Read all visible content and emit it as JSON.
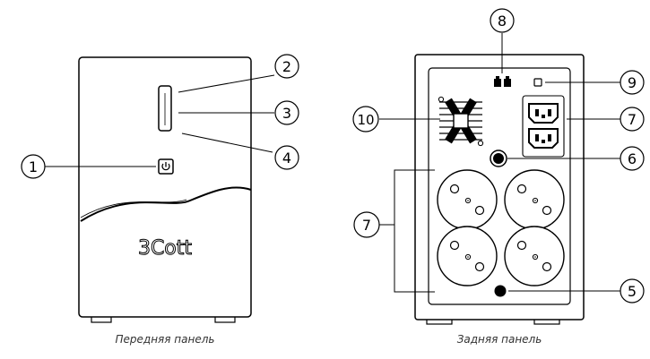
{
  "front": {
    "caption": "Передняя панель",
    "brand": "3Cott",
    "callouts": [
      {
        "label": "1"
      },
      {
        "label": "2"
      },
      {
        "label": "3"
      },
      {
        "label": "4"
      }
    ]
  },
  "back": {
    "caption": "Задняя панель",
    "callouts": [
      {
        "label": "8"
      },
      {
        "label": "9"
      },
      {
        "label": "10"
      },
      {
        "label": "7"
      },
      {
        "label": "6"
      },
      {
        "label": "7"
      },
      {
        "label": "5"
      }
    ]
  },
  "icons": [
    "power-icon",
    "network-port-icon",
    "usb-port-icon",
    "fan-grille-icon",
    "iec-outlet-icon",
    "schuko-outlet-icon"
  ]
}
